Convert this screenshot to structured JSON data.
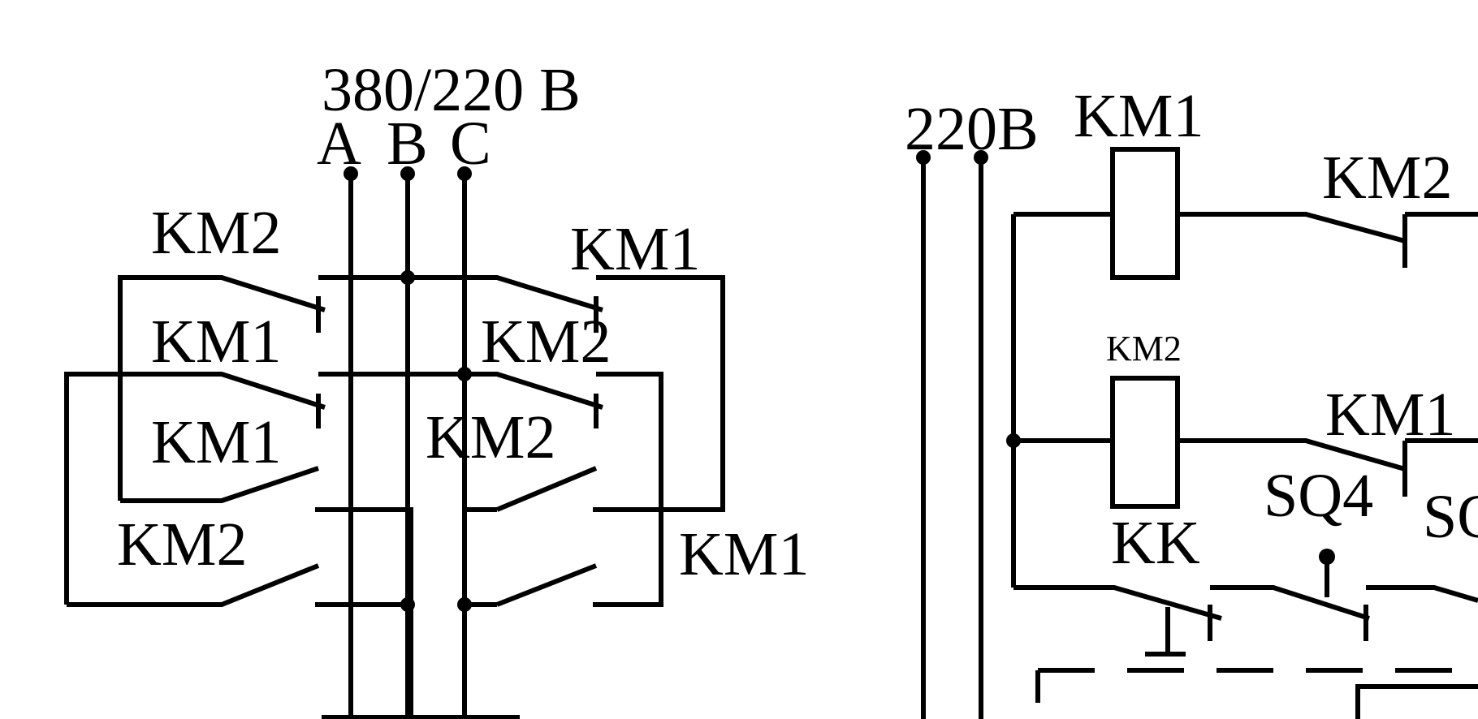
{
  "power": {
    "three_phase": "380/220 B",
    "phase_a": "A",
    "phase_b": "B",
    "phase_c": "C",
    "single_phase": "220B"
  },
  "contacts": {
    "km2_top_left": "KM2",
    "km1_top_right": "KM1",
    "km1_mid_left": "KM1",
    "km2_mid_right": "KM2",
    "km1_low_left": "KM1",
    "km2_low_mid": "KM2",
    "km2_bottom_left": "KM2",
    "km1_bottom_right": "KM1"
  },
  "control": {
    "coil_km1": "KM1",
    "contact_km2": "KM2",
    "coil_km2": "KM2",
    "contact_km1": "KM1",
    "sq4": "SQ4",
    "sq_partial": "SQ",
    "kk": "KK"
  },
  "colors": {
    "line": "#000000",
    "background": "#ffffff"
  }
}
